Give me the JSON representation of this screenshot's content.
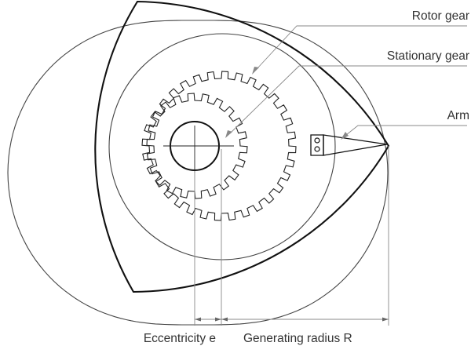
{
  "labels": {
    "rotor_gear": "Rotor gear",
    "stationary_gear": "Stationary gear",
    "arm": "Arm",
    "eccentricity": "Eccentricity e",
    "generating_radius": "Generating radius R"
  },
  "colors": {
    "line": "#222222",
    "leader": "#888888",
    "text": "#333333",
    "background": "#ffffff"
  }
}
